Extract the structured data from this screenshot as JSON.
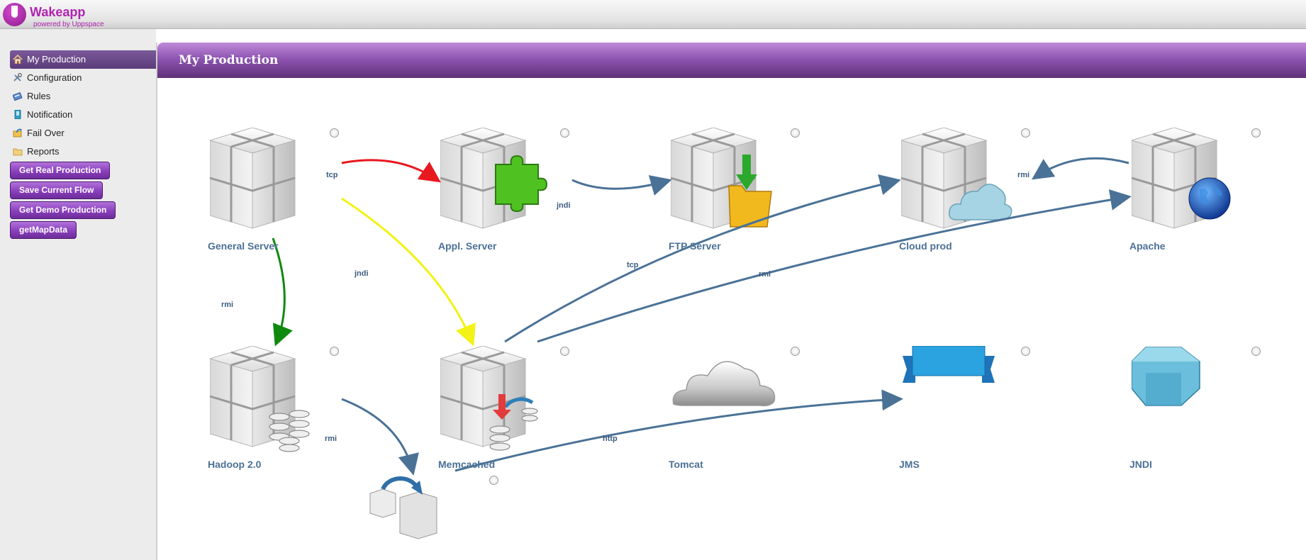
{
  "app": {
    "name": "Wakeapp",
    "subtitle": "powered by Uppspace"
  },
  "sidebar": {
    "items": [
      {
        "label": "My Production",
        "icon": "home-icon",
        "active": true
      },
      {
        "label": "Configuration",
        "icon": "tools-icon",
        "active": false
      },
      {
        "label": "Rules",
        "icon": "rules-icon",
        "active": false
      },
      {
        "label": "Notification",
        "icon": "notification-icon",
        "active": false
      },
      {
        "label": "Fail Over",
        "icon": "failover-icon",
        "active": false
      },
      {
        "label": "Reports",
        "icon": "folder-icon",
        "active": false
      }
    ],
    "buttons": [
      {
        "label": "Get Real Production"
      },
      {
        "label": "Save Current Flow"
      },
      {
        "label": "Get Demo Production"
      },
      {
        "label": "getMapData"
      }
    ]
  },
  "main": {
    "title": "My Production",
    "nodes": [
      {
        "label": "General Server",
        "icon": "server-cube-icon"
      },
      {
        "label": "Appl. Server",
        "icon": "application-server-puzzle-icon"
      },
      {
        "label": "FTP Server",
        "icon": "ftp-server-folder-icon"
      },
      {
        "label": "Cloud prod",
        "icon": "cloud-server-icon"
      },
      {
        "label": "Apache",
        "icon": "apache-globe-server-icon"
      },
      {
        "label": "Hadoop 2.0",
        "icon": "hadoop-database-server-icon"
      },
      {
        "label": "Memcached",
        "icon": "memcached-sync-server-icon"
      },
      {
        "label": "Tomcat",
        "icon": "tomcat-cloud-icon"
      },
      {
        "label": "JMS",
        "icon": "jms-ribbon-icon"
      },
      {
        "label": "JNDI",
        "icon": "jndi-hexagon-icon"
      }
    ],
    "edge_labels": [
      {
        "text": "tcp"
      },
      {
        "text": "jndi"
      },
      {
        "text": "rmi"
      },
      {
        "text": "jndi"
      },
      {
        "text": "tcp"
      },
      {
        "text": "rmi"
      },
      {
        "text": "rmi"
      },
      {
        "text": "rmi"
      },
      {
        "text": "http"
      }
    ],
    "colors": {
      "red": "#e8181f",
      "yellow": "#f2f216",
      "green": "#0f8a0f",
      "blue": "#4a7297"
    }
  }
}
